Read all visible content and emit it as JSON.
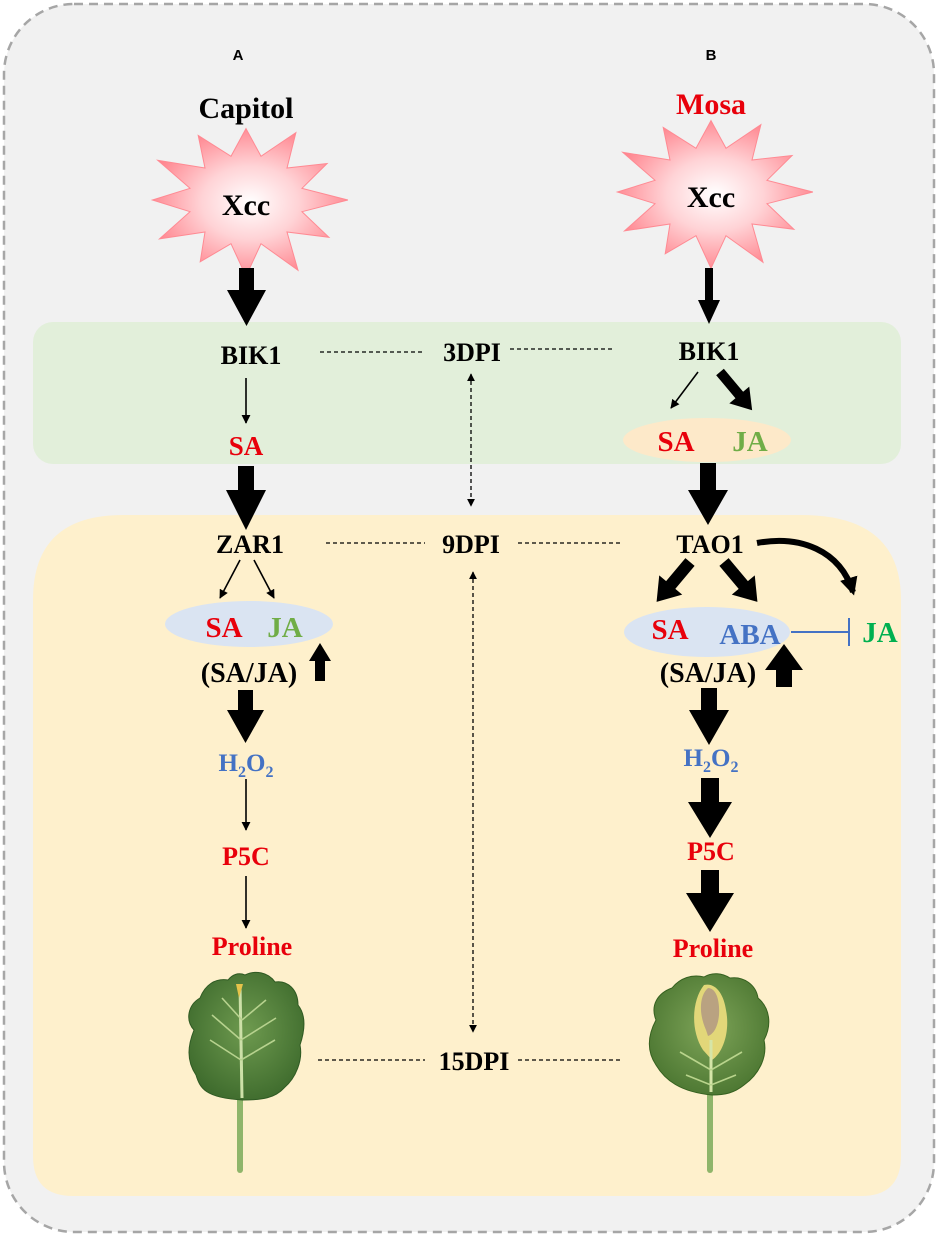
{
  "panels": {
    "a": {
      "letter": "A",
      "cultivar": "Capitol",
      "pathogen": "Xcc",
      "bik1": "BIK1",
      "sa": "SA",
      "zar1": "ZAR1",
      "ellipse_sa": "SA",
      "ellipse_ja": "JA",
      "ratio": "(SA/JA)",
      "h2o2": {
        "h": "H",
        "sub1": "2",
        "o": "O",
        "sub2": "2"
      },
      "p5c": "P5C",
      "proline": "Proline"
    },
    "b": {
      "letter": "B",
      "cultivar": "Mosa",
      "pathogen": "Xcc",
      "bik1": "BIK1",
      "ellipse1_sa": "SA",
      "ellipse1_ja": "JA",
      "tao1": "TAO1",
      "ellipse2_sa": "SA",
      "ellipse2_aba": "ABA",
      "inhibited_ja": "JA",
      "ratio": "(SA/JA)",
      "h2o2": {
        "h": "H",
        "sub1": "2",
        "o": "O",
        "sub2": "2"
      },
      "p5c": "P5C",
      "proline": "Proline"
    }
  },
  "timepoints": {
    "t1": "3DPI",
    "t2": "9DPI",
    "t3": "15DPI"
  },
  "colors": {
    "outer_bg": "#f1f1f1",
    "outer_border": "#a6a6a6",
    "green_band": "#e2efda",
    "yellow_band": "#fef0cc",
    "blue_ellipse": "#dae4f2",
    "peach_ellipse": "#fde9c9",
    "red": "#e8000b",
    "green": "#70ad47",
    "bright_green": "#00b050",
    "blue": "#4472c4",
    "black": "#000000",
    "star_fill": "#ff8a93"
  }
}
